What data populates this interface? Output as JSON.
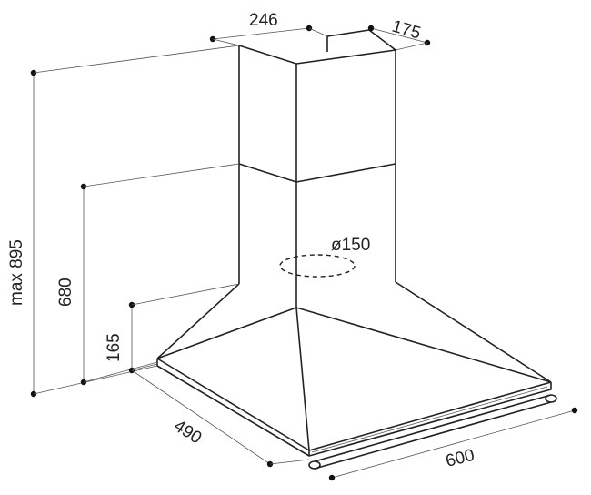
{
  "dimensions": {
    "chimney_width": "246",
    "chimney_depth": "175",
    "max_height": "max 895",
    "chimney_height": "680",
    "hood_height": "165",
    "hood_depth": "490",
    "hood_width": "600",
    "duct_diameter": "ø150"
  }
}
